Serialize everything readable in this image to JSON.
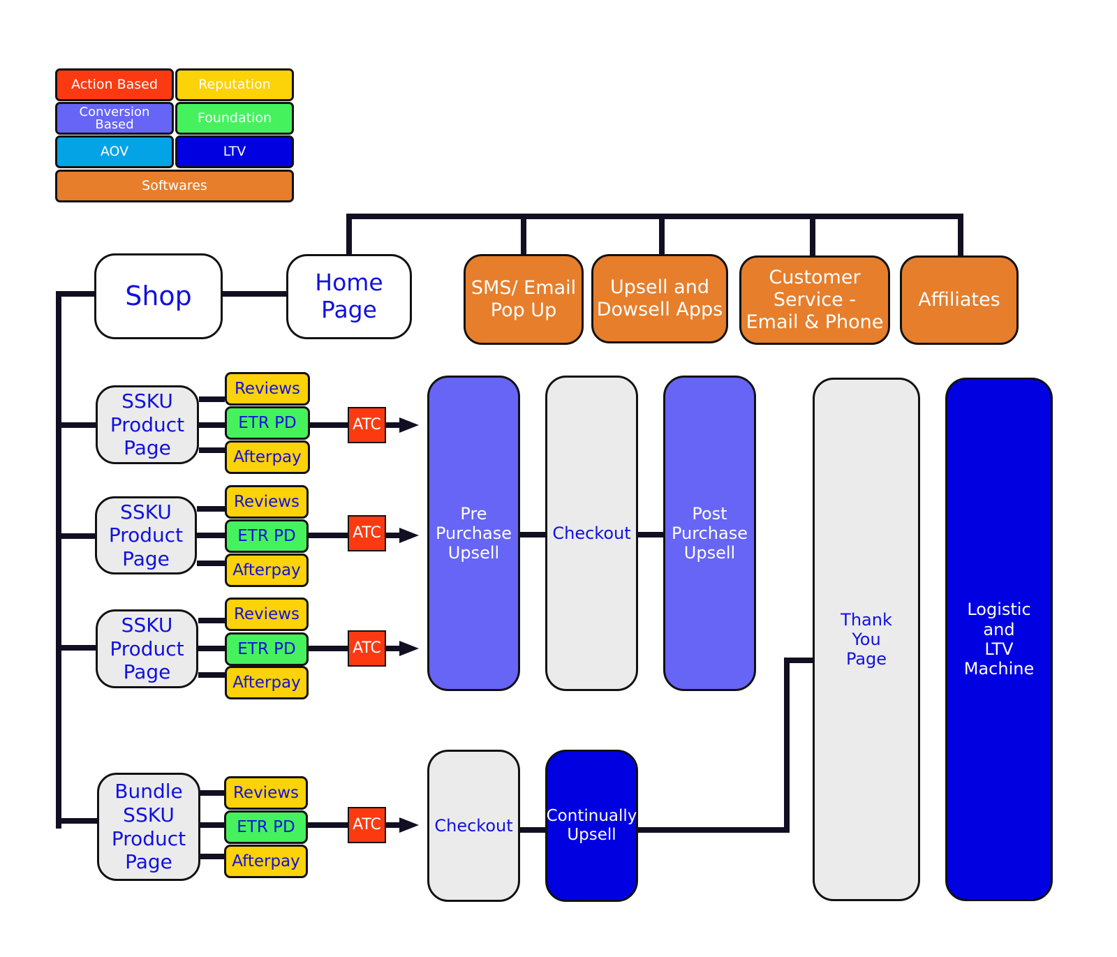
{
  "colors": {
    "action_based": "#fb3a12",
    "reputation": "#fcd208",
    "conversion_based": "#6665f6",
    "foundation": "#45f25d",
    "aov": "#04a3e6",
    "ltv": "#0000e1",
    "softwares": "#e67e2c",
    "neutral": "#ebebeb",
    "white": "#ffffff",
    "connector": "#120f22",
    "text_blue": "#1111dd"
  },
  "legend": {
    "action_based": "Action Based",
    "reputation": "Reputation",
    "conversion_based": "Conversion Based",
    "foundation": "Foundation",
    "aov": "AOV",
    "ltv": "LTV",
    "softwares": "Softwares"
  },
  "shop": "Shop",
  "home_page": "Home\nPage",
  "softwares": {
    "sms_email": "SMS/ Email\nPop Up",
    "upsell_apps": "Upsell and\nDowsell Apps",
    "customer_service": "Customer\nService -\nEmail & Phone",
    "affiliates": "Affiliates"
  },
  "product_pages": [
    {
      "label": "SSKU\nProduct\nPage",
      "reviews": "Reviews",
      "etr": "ETR PD",
      "afterpay": "Afterpay",
      "atc": "ATC"
    },
    {
      "label": "SSKU\nProduct\nPage",
      "reviews": "Reviews",
      "etr": "ETR PD",
      "afterpay": "Afterpay",
      "atc": "ATC"
    },
    {
      "label": "SSKU\nProduct\nPage",
      "reviews": "Reviews",
      "etr": "ETR PD",
      "afterpay": "Afterpay",
      "atc": "ATC"
    },
    {
      "label": "Bundle\nSSKU\nProduct\nPage",
      "reviews": "Reviews",
      "etr": "ETR PD",
      "afterpay": "Afterpay",
      "atc": "ATC"
    }
  ],
  "funnel": {
    "pre_purchase_upsell": "Pre\nPurchase\nUpsell",
    "checkout": "Checkout",
    "post_purchase_upsell": "Post\nPurchase\nUpsell",
    "bundle_checkout": "Checkout",
    "continually_upsell": "Continually\nUpsell",
    "thank_you_page": "Thank\nYou\nPage",
    "logistic_ltv": "Logistic\nand\nLTV\nMachine"
  }
}
